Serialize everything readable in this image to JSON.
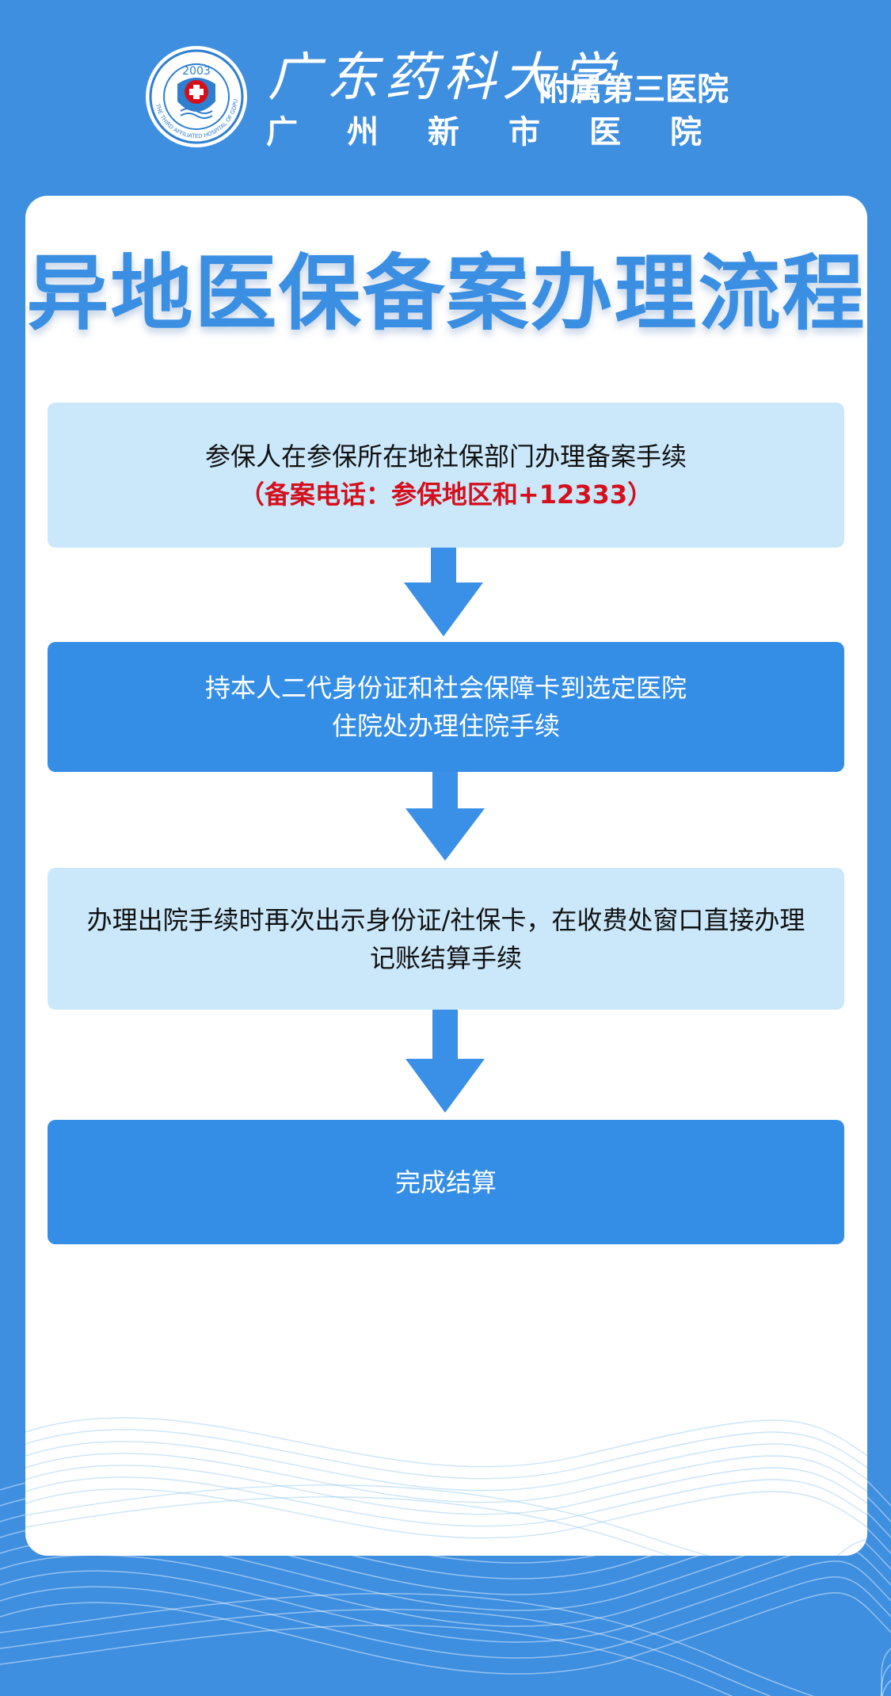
{
  "header": {
    "logo_year": "2003",
    "logo_ring_text": "THE THIRD AFFILIATED HOSPITAL OF GDPU",
    "brand_script": "广东药科大学",
    "brand_suffix": "附属第三医院",
    "brand_sub": "广州新市医院"
  },
  "title": "异地医保备案办理流程",
  "steps": [
    {
      "line1": "参保人在参保所在地社保部门办理备案手续",
      "note": "（备案电话：参保地区和+12333）"
    },
    {
      "line1": "持本人二代身份证和社会保障卡到选定医院",
      "line2": "住院处办理住院手续"
    },
    {
      "line1": "办理出院手续时再次出示身份证/社保卡，在收费处窗口直接办理记账结算手续"
    },
    {
      "line1": "完成结算"
    }
  ],
  "colors": {
    "background": "#3f8fe0",
    "title": "#3b8fe3",
    "step_light": "#cbe8fb",
    "step_dark": "#358ee6",
    "arrow": "#3a8fe6",
    "note": "#d4101d"
  },
  "icons": {
    "arrow": "arrow-down-icon",
    "logo": "hospital-logo-icon"
  }
}
